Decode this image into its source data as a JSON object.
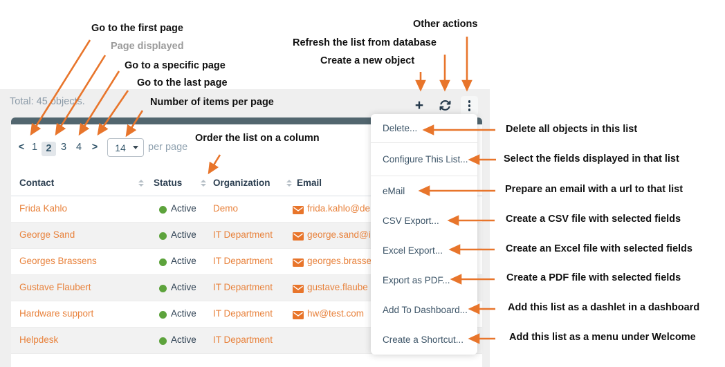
{
  "colors": {
    "accent_orange": "#E8752B",
    "link_orange": "#E8823C",
    "panel_bar_slate": "#52666F",
    "status_green": "#5DA33C",
    "menu_text_slate": "#3D5568"
  },
  "icons": {
    "create": "plus-icon",
    "create_glyph": "+",
    "refresh": "refresh-icon",
    "more": "kebab-icon",
    "email": "envelope-icon",
    "sort": "sort-arrows-icon",
    "page_size_chevron": "chevron-down-icon"
  },
  "panel": {
    "total_label": "Total: 45 objects.",
    "pagination": {
      "prev": "<",
      "pages": [
        "1",
        "2",
        "3",
        "4"
      ],
      "current_page": "2",
      "next": ">",
      "page_size": "14",
      "page_size_suffix": "per page"
    },
    "table": {
      "columns": [
        "Contact",
        "Status",
        "Organization",
        "Email"
      ],
      "rows": [
        {
          "contact": "Frida Kahlo",
          "status": "Active",
          "organization": "Demo",
          "email": "frida.kahlo@de"
        },
        {
          "contact": "George Sand",
          "status": "Active",
          "organization": "IT Department",
          "email": "george.sand@i"
        },
        {
          "contact": "Georges Brassens",
          "status": "Active",
          "organization": "IT Department",
          "email": "georges.brasse"
        },
        {
          "contact": "Gustave Flaubert",
          "status": "Active",
          "organization": "IT Department",
          "email": "gustave.flaube"
        },
        {
          "contact": "Hardware support",
          "status": "Active",
          "organization": "IT Department",
          "email": "hw@test.com"
        },
        {
          "contact": "Helpdesk",
          "status": "Active",
          "organization": "IT Department",
          "email": ""
        }
      ]
    }
  },
  "menu": {
    "items": [
      "Delete...",
      "Configure This List...",
      "eMail",
      "CSV Export...",
      "Excel Export...",
      "Export as PDF...",
      "Add To Dashboard...",
      "Create a Shortcut..."
    ]
  },
  "annotations": {
    "top": [
      "Go to the first page",
      "Page displayed",
      "Go to a specific page",
      "Go to the last page",
      "Number of items per page",
      "Order the list on a column",
      "Create a new object",
      "Refresh the list from database",
      "Other actions"
    ],
    "right": [
      "Delete all objects in this list",
      "Select the fields displayed in that list",
      "Prepare an email with a url to that list",
      "Create a CSV file with selected fields",
      "Create an Excel file with selected fields",
      "Create a PDF file with selected fields",
      "Add this list as a dashlet in a dashboard",
      "Add this list as a menu under Welcome"
    ]
  }
}
